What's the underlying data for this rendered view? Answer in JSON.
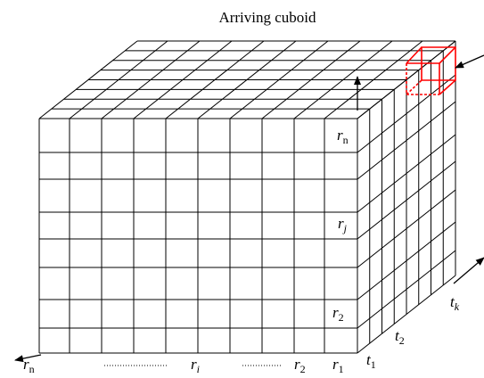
{
  "title": "Arriving cuboid",
  "colors": {
    "grid": "#000000",
    "highlight": "#ff0000"
  },
  "row_labels": [
    {
      "base": "r",
      "sub": "n"
    },
    {
      "base": "r",
      "sub": "j"
    },
    {
      "base": "r",
      "sub": "2"
    }
  ],
  "column_labels": [
    {
      "base": "r",
      "sub": "n"
    },
    {
      "base": "r",
      "sub": "i"
    },
    {
      "base": "r",
      "sub": "2"
    },
    {
      "base": "r",
      "sub": "1"
    }
  ],
  "depth_labels": [
    {
      "base": "t",
      "sub": "1"
    },
    {
      "base": "t",
      "sub": "2"
    },
    {
      "base": "t",
      "sub": "k"
    }
  ]
}
